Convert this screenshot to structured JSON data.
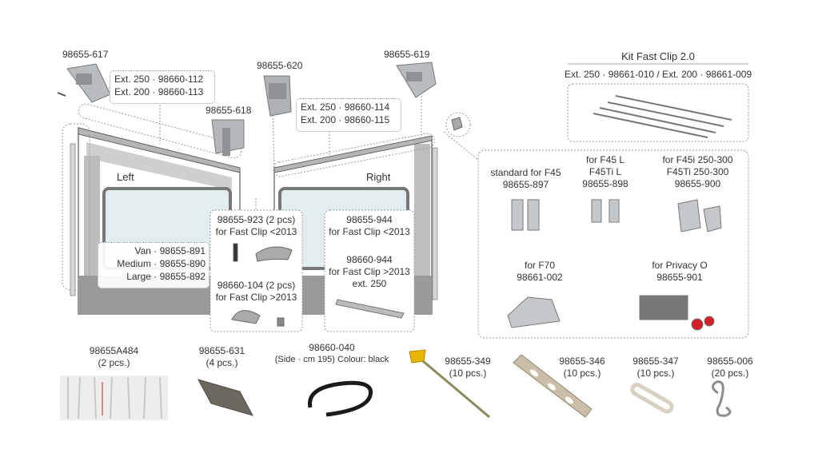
{
  "top_parts": {
    "p617": "98655-617",
    "p620": "98655-620",
    "p619": "98655-619",
    "p618": "98655-618"
  },
  "ext_left": {
    "line1": "Ext. 250 · 98660-112",
    "line2": "Ext. 200 · 98660-113"
  },
  "ext_right": {
    "line1": "Ext. 250 · 98660-114",
    "line2": "Ext. 200 · 98660-115"
  },
  "panel_labels": {
    "left": "Left",
    "right": "Right"
  },
  "sizes": {
    "van": "Van · 98655-891",
    "medium": "Medium · 98655-890",
    "large": "Large · 98655-892"
  },
  "clip_box_a": {
    "line1": "98655-923 (2 pcs)",
    "line2": "for Fast Clip <2013",
    "line3": "98660-104 (2 pcs)",
    "line4": "for Fast Clip >2013"
  },
  "clip_box_b": {
    "line1": "98655-944",
    "line2": "for Fast Clip <2013",
    "line3": "98660-944",
    "line4": "for Fast Clip >2013",
    "line5": "ext. 250"
  },
  "kit": {
    "title": "Kit Fast Clip 2.0",
    "subtitle": "Ext. 250 · 98661-010 / Ext. 200 · 98661-009"
  },
  "variants": {
    "f45_title": "standard for F45",
    "f45_code": "98655-897",
    "f45l_title1": "for F45 L",
    "f45l_title2": "F45Ti L",
    "f45l_code": "98655-898",
    "f45i_title1": "for F45i 250-300",
    "f45i_title2": "F45Ti 250-300",
    "f45i_code": "98655-900",
    "f70_title": "for F70",
    "f70_code": "98661-002",
    "privacy_title": "for Privacy O",
    "privacy_code": "98655-901"
  },
  "bottom": {
    "a484_code": "98655A484",
    "a484_qty": "(2 pcs.)",
    "p631_code": "98655-631",
    "p631_qty": "(4 pcs.)",
    "p040_code": "98660-040",
    "p040_desc": "(Side · cm 195)  Colour: black",
    "p349_code": "98655-349",
    "p349_qty": "(10 pcs.)",
    "p346_code": "98655-346",
    "p346_qty": "(10 pcs.)",
    "p347_code": "98655-347",
    "p347_qty": "(10 pcs.)",
    "p006_code": "98655-006",
    "p006_qty": "(20 pcs.)"
  },
  "colors": {
    "frame": "#8c8c8c",
    "panel": "#9a9a9a",
    "window": "#e3ecee",
    "part": "#a9aeb1",
    "accent_red": "#d0202a",
    "yellow": "#e8b400"
  }
}
